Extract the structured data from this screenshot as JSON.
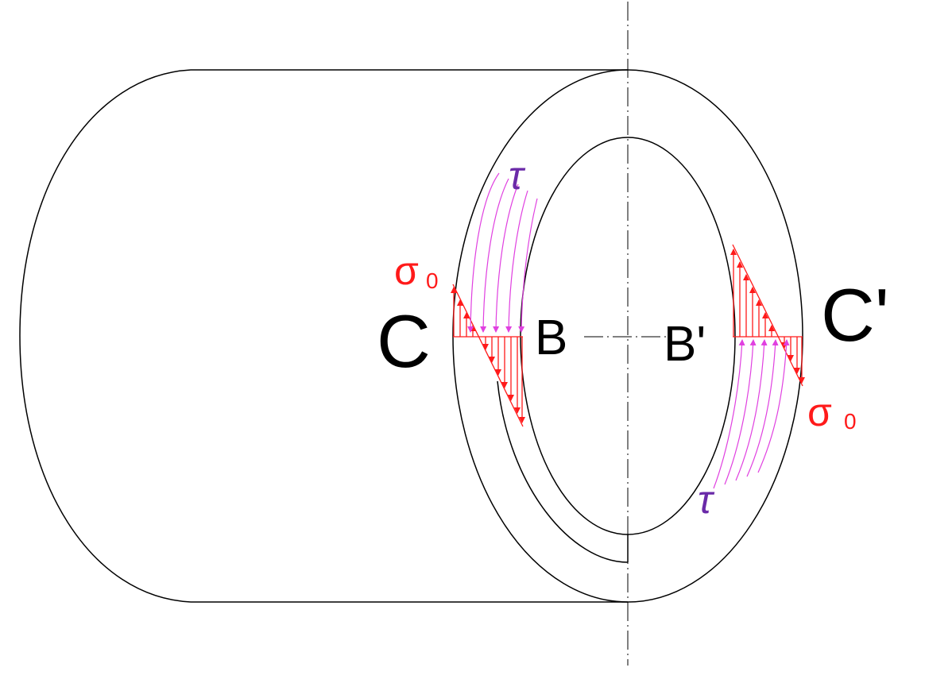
{
  "colors": {
    "outline": "#000000",
    "normal_stress": "#ff1a1a",
    "shear_arrows": "#e040e0",
    "tau_label": "#6a2aa8"
  },
  "labels": {
    "c": "C",
    "b": "B",
    "b_prime": "B'",
    "c_prime": "C'",
    "sigma_left": "σ",
    "sigma_left_sub": "0",
    "sigma_right": "σ",
    "sigma_right_sub": "0",
    "tau_top": "τ",
    "tau_bottom": "τ"
  }
}
